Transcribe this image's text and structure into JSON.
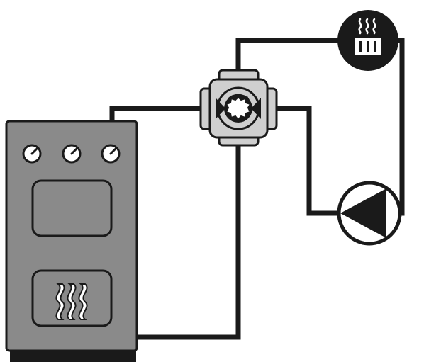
{
  "diagram": {
    "components": [
      {
        "id": "boiler",
        "kind": "boiler",
        "dials": 3,
        "has_window": true,
        "has_firebox_heat_symbol": true
      },
      {
        "id": "mixing-valve",
        "kind": "four-way mixing valve"
      },
      {
        "id": "radiator",
        "kind": "heat emitter / radiator",
        "icon": "radiator-with-heat-waves"
      },
      {
        "id": "pump",
        "kind": "circulation pump",
        "icon": "pump-triangle"
      }
    ],
    "connections": [
      [
        "boiler",
        "mixing-valve"
      ],
      [
        "mixing-valve",
        "radiator"
      ],
      [
        "radiator",
        "pump"
      ],
      [
        "pump",
        "mixing-valve"
      ],
      [
        "mixing-valve",
        "boiler"
      ]
    ]
  },
  "colors": {
    "pipe": "#1a1a1a",
    "boiler_body": "#8a8a8a",
    "boiler_base": "#1a1a1a",
    "valve_body": "#cfcfcf",
    "icon_fill": "#1a1a1a",
    "background": "#ffffff"
  }
}
